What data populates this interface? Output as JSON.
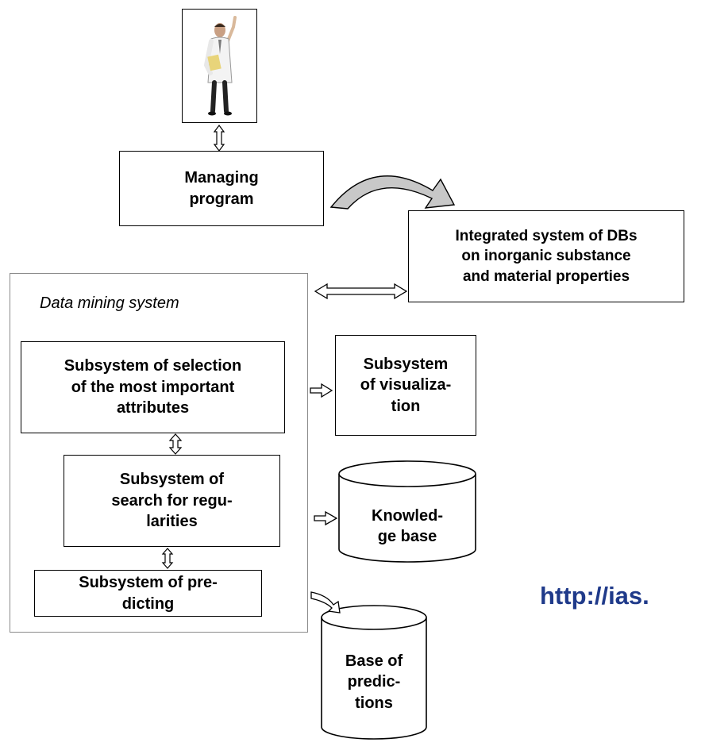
{
  "diagram": {
    "managing_program": "Managing\nprogram",
    "integrated_db": "Integrated system of DBs\non inorganic substance\nand material properties",
    "data_mining_system": "Data mining system",
    "subsystem_selection": "Subsystem of selection\nof the most important\nattributes",
    "subsystem_visualization": "Subsystem\nof visualiza-\ntion",
    "subsystem_search": "Subsystem of\nsearch for regu-\nlarities",
    "knowledge_base": "Knowled-\nge base",
    "subsystem_predicting": "Subsystem of pre-\ndicting",
    "base_of_predictions": "Base of\npredic-\ntions",
    "url": "http://ias."
  },
  "icons": {
    "person": "scientist-person-icon"
  },
  "colors": {
    "url_text": "#1f3a8a",
    "curved_arrow_fill": "#c8c8c8"
  }
}
